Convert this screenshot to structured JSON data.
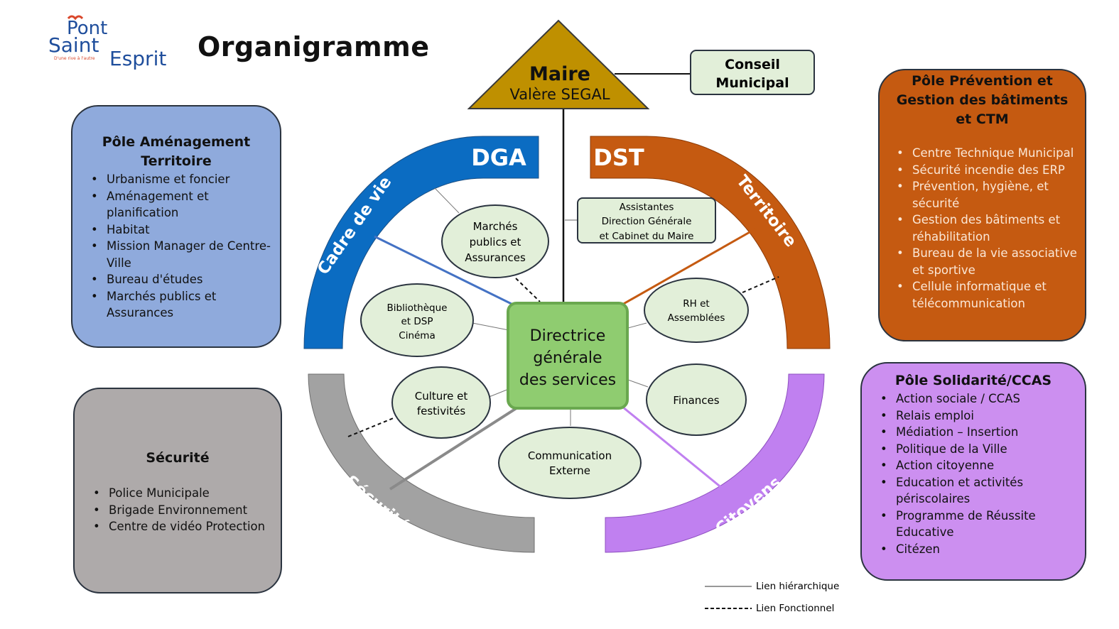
{
  "header": {
    "logo_line1": "Pont",
    "logo_line2": "Saint",
    "logo_line3": "Esprit",
    "logo_tagline": "D'une rive à l'autre",
    "title": "Organigramme"
  },
  "maire": {
    "title": "Maire",
    "name": "Valère SEGAL"
  },
  "conseil": {
    "line1": "Conseil",
    "line2": "Municipal"
  },
  "assistantes": {
    "line1": "Assistantes",
    "line2": "Direction Générale",
    "line3": "et Cabinet du Maire"
  },
  "directrice": {
    "line1": "Directrice",
    "line2": "générale",
    "line3": "des services"
  },
  "arcs": {
    "dga": "DGA",
    "dst": "DST",
    "cadre_de_vie": "Cadre de vie",
    "territoire": "Territoire",
    "securite": "Sécurité",
    "citoyens": "Citoyens"
  },
  "services": {
    "marches": [
      "Marchés",
      "publics et",
      "Assurances"
    ],
    "bibliotheque": [
      "Bibliothèque",
      "et DSP",
      "Cinéma"
    ],
    "culture": [
      "Culture et",
      "festivités"
    ],
    "communication": [
      "Communication",
      "Externe"
    ],
    "finances": [
      "Finances"
    ],
    "rh": [
      "RH et",
      "Assemblées"
    ]
  },
  "poles": {
    "amenagement": {
      "title_line1": "Pôle Aménagement",
      "title_line2": "Territoire",
      "items": [
        "Urbanisme et foncier",
        "Aménagement et planification",
        "Habitat",
        "Mission Manager de Centre-Ville",
        "Bureau d'études",
        "Marchés publics et Assurances"
      ]
    },
    "securite": {
      "title": "Sécurité",
      "items": [
        "Police Municipale",
        "Brigade Environnement",
        "Centre de vidéo Protection"
      ]
    },
    "prevention": {
      "title_line1": "Pôle Prévention et",
      "title_line2": "Gestion des bâtiments",
      "title_line3": "et CTM",
      "items": [
        "Centre Technique Municipal",
        "Sécurité incendie des ERP",
        "Prévention, hygiène, et sécurité",
        "Gestion des bâtiments et réhabilitation",
        "Bureau de la vie associative et sportive",
        "Cellule informatique et télécommunication"
      ]
    },
    "solidarite": {
      "title": "Pôle Solidarité/CCAS",
      "items": [
        "Action sociale / CCAS",
        "Relais emploi",
        "Médiation – Insertion",
        "Politique de la Ville",
        "Action citoyenne",
        "Education et activités périscolaires",
        "Programme de Réussite Educative",
        "Citézen"
      ]
    }
  },
  "legend": {
    "hierarchique": "Lien hiérarchique",
    "fonctionnel": "Lien Fonctionnel"
  },
  "colors": {
    "dga_blue": "#0b6cc2",
    "dst_orange": "#c55a11",
    "securite_grey": "#a2a2a2",
    "citoyens_purple": "#c080f0",
    "maire_gold": "#bf9000",
    "directrice_green": "#8fcc70",
    "service_green": "#e2efd9",
    "conseil_bg": "#e2efd9"
  }
}
